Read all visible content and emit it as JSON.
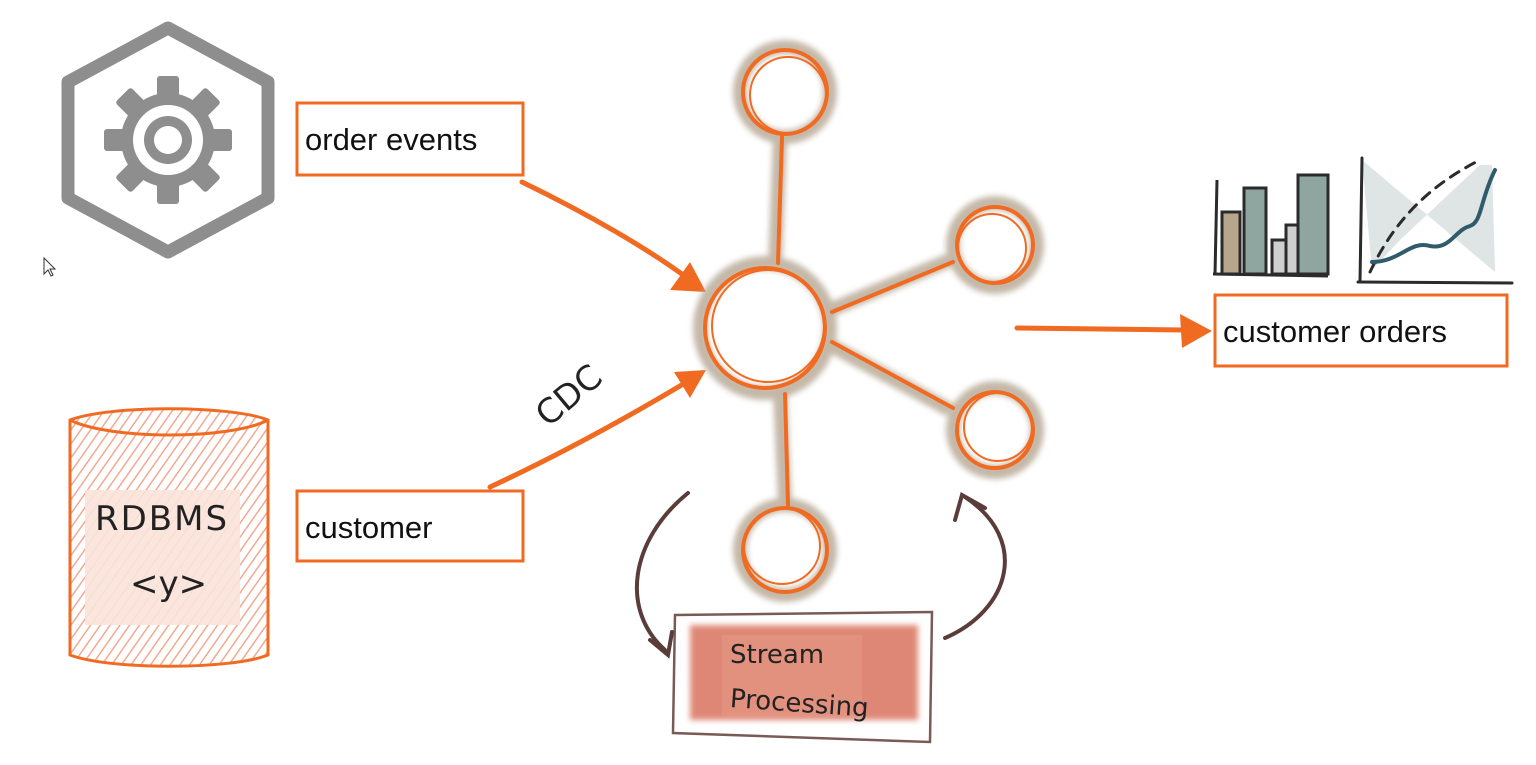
{
  "colors": {
    "accent": "#f06a22",
    "gray_icon": "#8e8e8e",
    "hub_shadow": "#b5a692",
    "stream_fill": "#d9735e",
    "db_fill": "#f3a48c",
    "curved_arrow": "#5a3d3a"
  },
  "sources": {
    "order_events": {
      "label": "order events",
      "icon": "gear-icon"
    },
    "customer": {
      "label": "customer",
      "icon": "database-icon",
      "db_title": "RDBMS",
      "db_subtitle": "<y>"
    },
    "cdc_label": "CDC"
  },
  "hub": {
    "icon": "kafka-hub-icon"
  },
  "processing": {
    "label_line1": "Stream",
    "label_line2": "Processing"
  },
  "output": {
    "label": "customer orders",
    "icon": "charts-icon"
  },
  "pointer": {
    "icon": "mouse-cursor-icon"
  }
}
